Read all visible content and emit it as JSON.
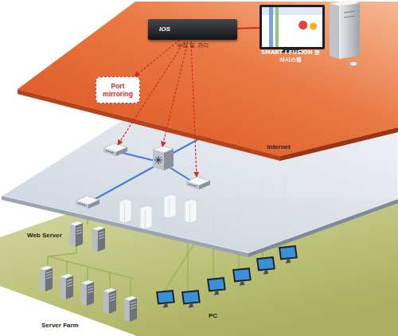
{
  "diagram": {
    "nodes": [
      {
        "text": [
          "IOS",
          "수집 및 관리"
        ]
      },
      {
        "text": [
          "SMART I FUSION 분석시스템"
        ]
      },
      {
        "text": [
          "Port mirroring"
        ]
      },
      {
        "text": [
          "Internet"
        ]
      }
    ],
    "edges": [
      {
        "from": 0,
        "to": 1,
        "arrow": "none"
      },
      {
        "from": 0,
        "to": 2,
        "arrow": "to"
      }
    ],
    "labels": [
      "Web Server",
      "Server Farm",
      "PC"
    ]
  }
}
